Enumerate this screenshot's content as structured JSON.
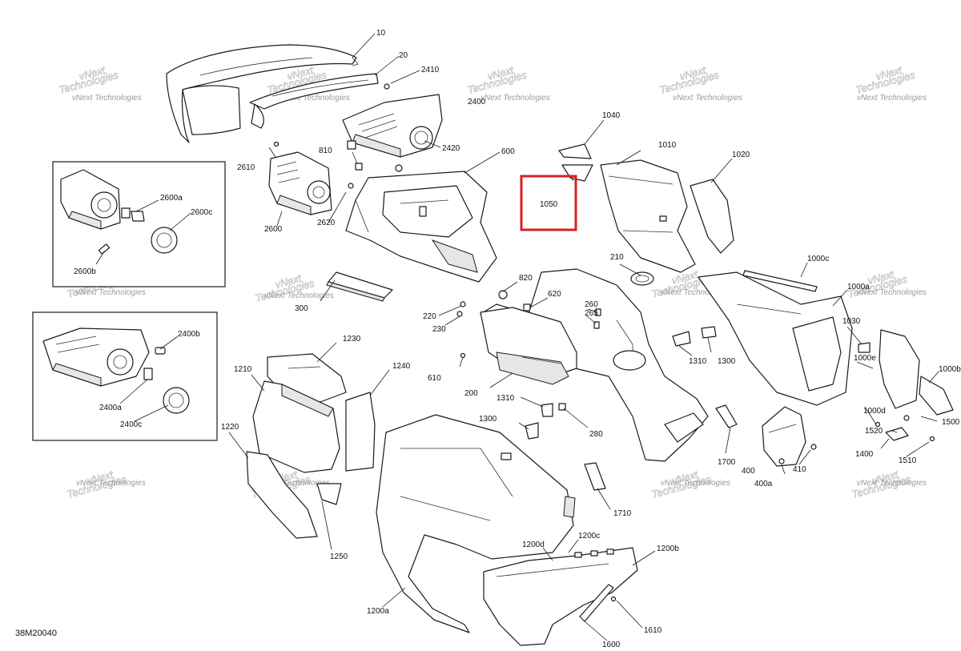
{
  "diagram": {
    "drawing_code": "38M20040",
    "watermark": {
      "line1": "vNext",
      "line2": "Technologies",
      "line3": "vNext Technologies"
    },
    "highlight": {
      "color": "#d62020",
      "part_label": "1050"
    },
    "callouts": {
      "c10": "10",
      "c20": "20",
      "c2410": "2410",
      "c2400": "2400",
      "c2420": "2420",
      "c600": "600",
      "c810": "810",
      "c2610": "2610",
      "c2620": "2620",
      "c2600": "2600",
      "c2600a": "2600a",
      "c2600c": "2600c",
      "c2600b": "2600b",
      "c1040": "1040",
      "c1010": "1010",
      "c1020": "1020",
      "c1050": "1050",
      "c1000c": "1000c",
      "c1000a": "1000a",
      "c1030": "1030",
      "c1000e": "1000e",
      "c1000b": "1000b",
      "c1000d": "1000d",
      "c1500": "1500",
      "c1520": "1520",
      "c1400": "1400",
      "c1510": "1510",
      "c300": "300",
      "c210": "210",
      "c820": "820",
      "c620": "620",
      "c220": "220",
      "c230": "230",
      "c260": "260",
      "c265": "265",
      "c610": "610",
      "c200": "200",
      "c1310a": "1310",
      "c1300a": "1300",
      "c1310b": "1310",
      "c1300b": "1300",
      "c280": "280",
      "c1700": "1700",
      "c400": "400",
      "c400a": "400a",
      "c410": "410",
      "c2400b": "2400b",
      "c2400a": "2400a",
      "c2400c": "2400c",
      "c1230": "1230",
      "c1210": "1210",
      "c1240": "1240",
      "c1220": "1220",
      "c1250": "1250",
      "c1710": "1710",
      "c1200c": "1200c",
      "c1200d": "1200d",
      "c1200b": "1200b",
      "c1200a": "1200a",
      "c1610": "1610",
      "c1600": "1600"
    }
  }
}
